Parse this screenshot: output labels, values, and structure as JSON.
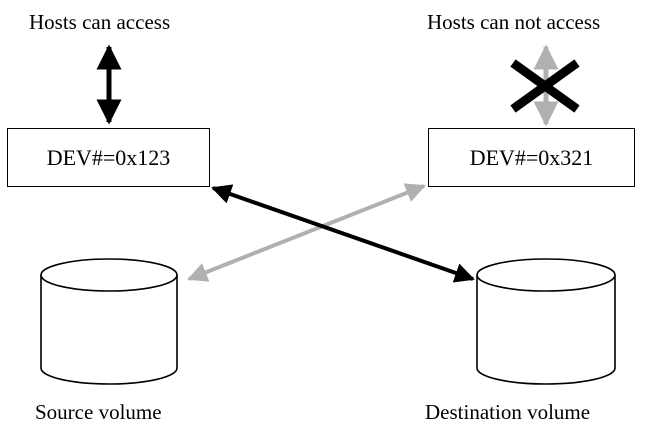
{
  "labels": {
    "left_access": "Hosts can access",
    "right_access": "Hosts can not access",
    "source_volume": "Source volume",
    "destination_volume": "Destination volume"
  },
  "devices": {
    "left": "DEV#=0x123",
    "right": "DEV#=0x321"
  },
  "colors": {
    "active_arrow": "#000000",
    "inactive_arrow": "#b0b0b0",
    "blocked_mark": "#000000",
    "outline": "#000000"
  },
  "icons": {
    "left_host_arrow": "double-arrow-vertical-icon",
    "right_host_arrow": "double-arrow-vertical-icon",
    "blocked_mark": "x-mark-icon",
    "volumes": "cylinder-icon"
  }
}
